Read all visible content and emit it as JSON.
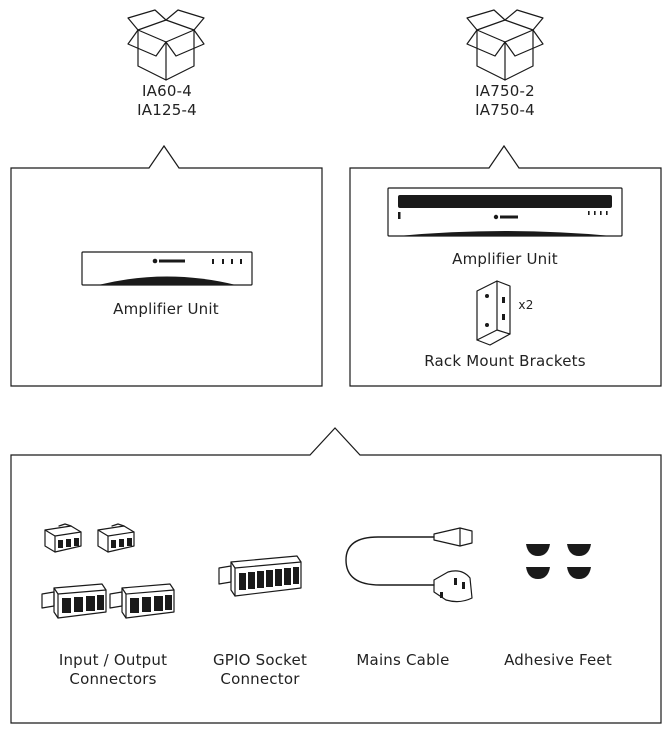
{
  "groups": {
    "left_models": [
      "IA60-4",
      "IA125-4"
    ],
    "right_models": [
      "IA750-2",
      "IA750-4"
    ]
  },
  "left_box": {
    "item": "Amplifier Unit"
  },
  "right_box": {
    "item_1": "Amplifier Unit",
    "item_2": "Rack Mount Brackets",
    "bracket_qty": "x2"
  },
  "common_box": {
    "items": [
      "Input / Output\nConnectors",
      "GPIO Socket\nConnector",
      "Mains Cable",
      "Adhesive Feet"
    ]
  }
}
